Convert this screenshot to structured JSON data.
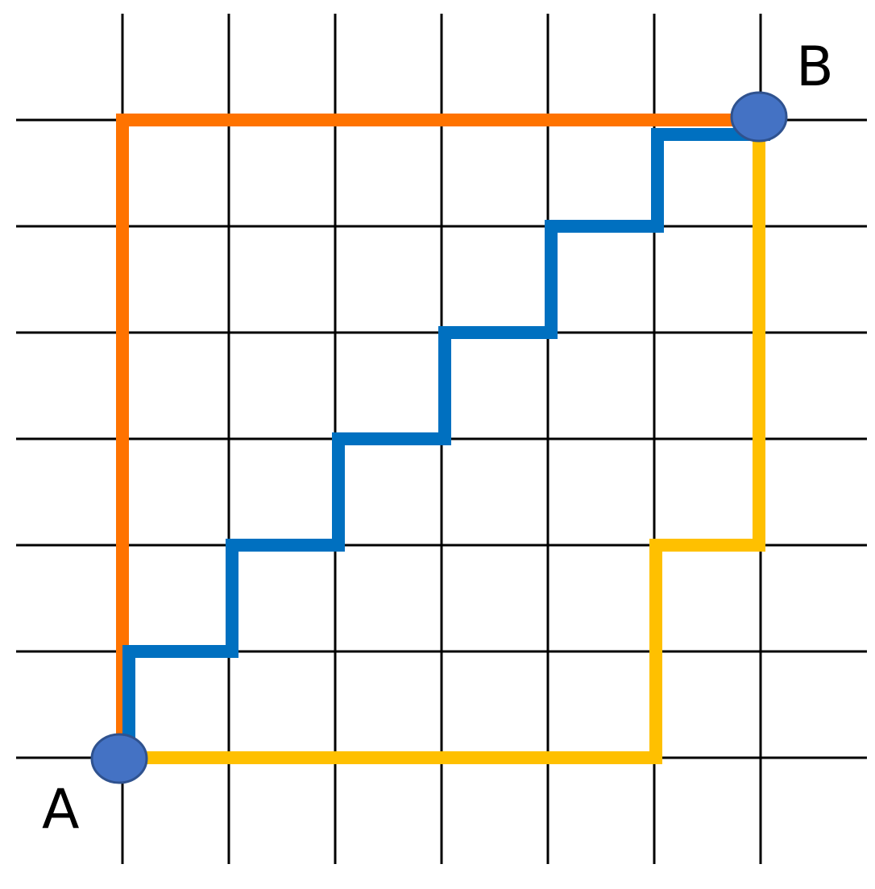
{
  "grid": {
    "columns": 6,
    "rows": 6
  },
  "points": [
    {
      "id": "A",
      "label": "A",
      "col": 0,
      "row": 0
    },
    {
      "id": "B",
      "label": "B",
      "col": 6,
      "row": 6
    }
  ],
  "paths": [
    {
      "id": "orange",
      "color": "#FF7300",
      "steps": [
        [
          0,
          0
        ],
        [
          0,
          6
        ],
        [
          6,
          6
        ]
      ]
    },
    {
      "id": "yellow",
      "color": "#FFC000",
      "steps": [
        [
          0,
          0
        ],
        [
          5,
          0
        ],
        [
          5,
          2
        ],
        [
          6,
          2
        ],
        [
          6,
          6
        ]
      ]
    },
    {
      "id": "blue",
      "color": "#0070C0",
      "steps": [
        [
          0,
          0
        ],
        [
          0,
          1
        ],
        [
          1,
          1
        ],
        [
          1,
          2
        ],
        [
          2,
          2
        ],
        [
          2,
          3
        ],
        [
          3,
          3
        ],
        [
          3,
          4
        ],
        [
          4,
          4
        ],
        [
          4,
          5
        ],
        [
          5,
          5
        ],
        [
          5,
          6
        ],
        [
          6,
          6
        ]
      ]
    }
  ],
  "colors": {
    "grid": "#000000",
    "endpoint_fill": "#4472C4",
    "endpoint_stroke": "#2F528F"
  }
}
